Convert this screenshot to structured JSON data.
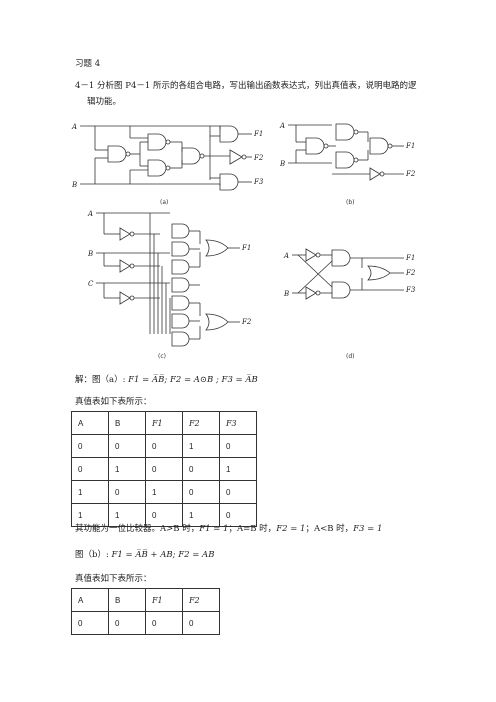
{
  "title": "习题 4",
  "question": {
    "line1": "4－1 分析图 P4－1 所示的各组合电路，写出输出函数表达式，列出真值表，说明电路的逻",
    "line2": "辑功能。"
  },
  "figure_captions": {
    "a": "(a)",
    "b": "(b)",
    "c": "(c)",
    "d": "(d)"
  },
  "figure_labels": {
    "A": "A",
    "B": "B",
    "C": "C",
    "F1": "F1",
    "F2": "F2",
    "F3": "F3"
  },
  "solution_a": {
    "prefix": "解：图（a）:",
    "f1": "F1 = A̅B̅;  ",
    "f2": "F2 = A⊙B ;",
    "f3": "F3 = A̅B"
  },
  "table_intro_1": "真值表如下表所示：",
  "table1": {
    "headers": [
      "A",
      "B",
      "F1",
      "F2",
      "F3"
    ],
    "rows": [
      [
        "0",
        "0",
        "0",
        "1",
        "0"
      ],
      [
        "0",
        "1",
        "0",
        "0",
        "1"
      ],
      [
        "1",
        "0",
        "1",
        "0",
        "0"
      ],
      [
        "1",
        "1",
        "0",
        "1",
        "0"
      ]
    ]
  },
  "function_text": {
    "a": "其功能为一位比较器。A>B 时，",
    "b": "F1 = 1",
    "c": "；A=B 时，",
    "d": "F2 = 1",
    "e": "；A<B 时，",
    "f": "F3 = 1"
  },
  "solution_b": {
    "prefix": "图（b）:",
    "f1": "F1 = A̅B̅ + AB;",
    "f2": " F2 = AB"
  },
  "table_intro_2": "真值表如下表所示：",
  "table2": {
    "headers": [
      "A",
      "B",
      "F1",
      "F2"
    ],
    "rows": [
      [
        "0",
        "0",
        "0",
        "0"
      ]
    ]
  }
}
